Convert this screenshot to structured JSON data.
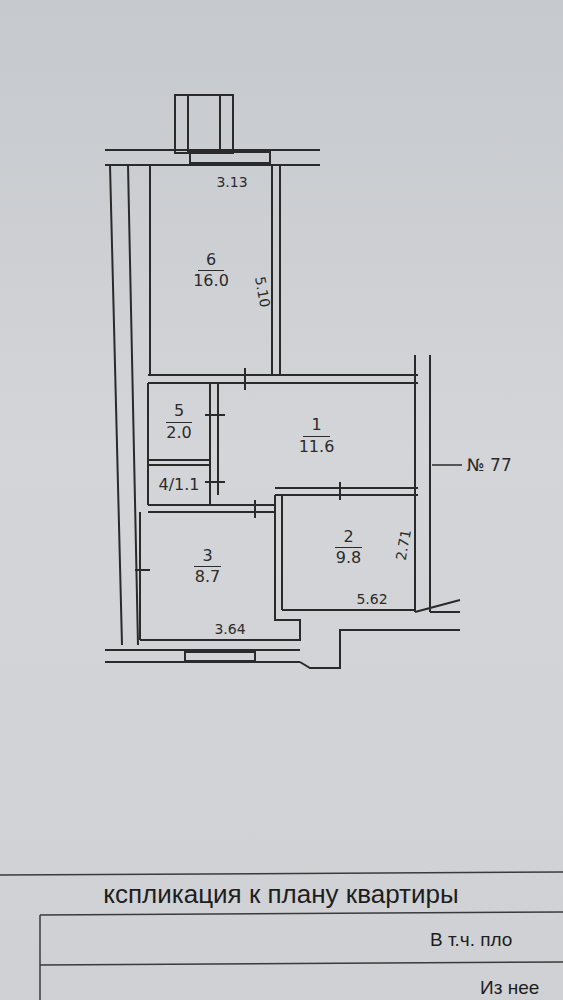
{
  "diagram": {
    "nodes": [
      {
        "text": [
          "6",
          "16.0"
        ]
      },
      {
        "text": [
          "5",
          "2.0"
        ]
      },
      {
        "text": [
          "1",
          "11.6"
        ]
      },
      {
        "text": [
          "4/1.1"
        ]
      },
      {
        "text": [
          "3",
          "8.7"
        ]
      },
      {
        "text": [
          "2",
          "9.8"
        ]
      }
    ],
    "labels": [
      "3.13",
      "5.10",
      "2.71",
      "5.62",
      "3.64",
      "№ 77",
      "кспликация к плану квартиры",
      "В т.ч. пло",
      "Из нее"
    ]
  }
}
